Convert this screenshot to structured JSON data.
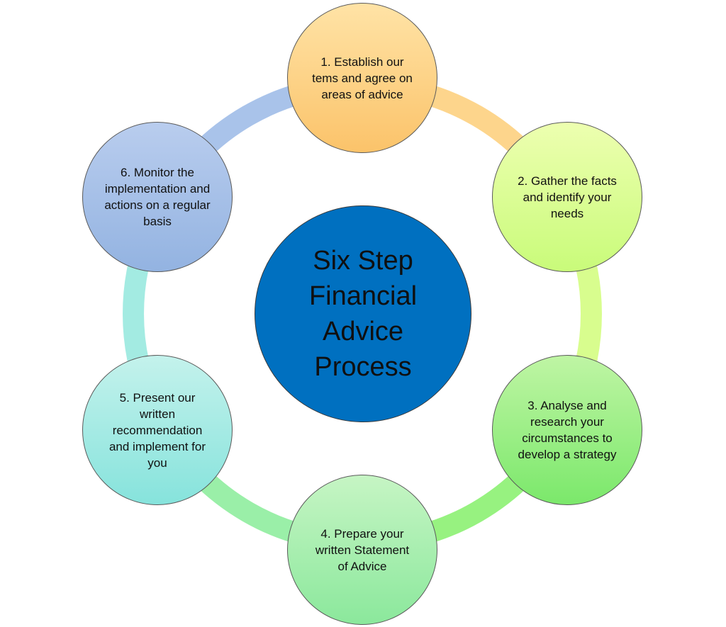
{
  "title": "Six Step Financial Advice Process",
  "colors": {
    "center_fill": "#0070c0",
    "ring_segments": [
      "#fdd58c",
      "#d8fd8e",
      "#97f280",
      "#9aefa8",
      "#a3ebe2",
      "#a9c3ea"
    ]
  },
  "steps": [
    {
      "label": "1. Establish our tems and agree on areas of advice"
    },
    {
      "label": "2. Gather the facts and identify your needs"
    },
    {
      "label": "3. Analyse and research your circumstances to develop a strategy"
    },
    {
      "label": "4. Prepare your written Statement of Advice"
    },
    {
      "label": "5. Present our written recommendation and implement for you"
    },
    {
      "label": "6. Monitor the implementation and actions on a regular basis"
    }
  ]
}
